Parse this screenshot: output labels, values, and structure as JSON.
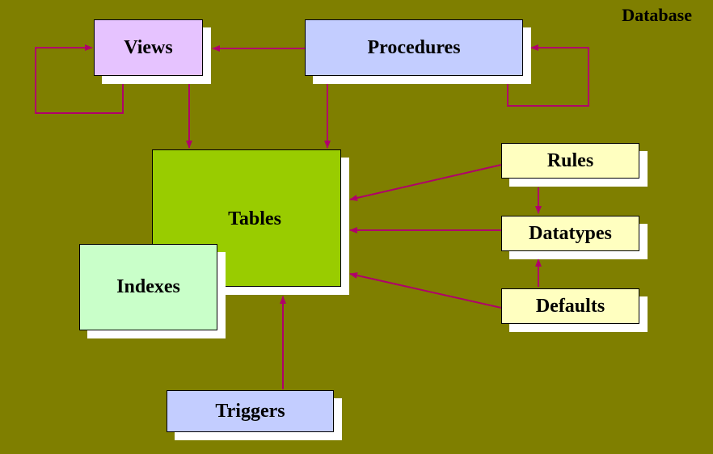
{
  "diagram": {
    "title": "Database",
    "nodes": {
      "views": "Views",
      "procedures": "Procedures",
      "tables": "Tables",
      "indexes": "Indexes",
      "rules": "Rules",
      "datatypes": "Datatypes",
      "defaults": "Defaults",
      "triggers": "Triggers"
    },
    "colors": {
      "background": "#7f7f00",
      "views": "#e6c3ff",
      "procedures": "#c3cdff",
      "tables": "#99cc00",
      "indexes": "#c9ffc9",
      "rules": "#ffffc0",
      "datatypes": "#ffffc0",
      "defaults": "#ffffc0",
      "triggers": "#c3cdff",
      "arrow": "#b0006a"
    },
    "edges": [
      {
        "from": "procedures",
        "to": "views"
      },
      {
        "from": "views",
        "to": "views"
      },
      {
        "from": "procedures",
        "to": "procedures"
      },
      {
        "from": "views",
        "to": "tables"
      },
      {
        "from": "procedures",
        "to": "tables"
      },
      {
        "from": "rules",
        "to": "tables"
      },
      {
        "from": "datatypes",
        "to": "tables"
      },
      {
        "from": "defaults",
        "to": "tables"
      },
      {
        "from": "rules",
        "to": "datatypes"
      },
      {
        "from": "defaults",
        "to": "datatypes"
      },
      {
        "from": "triggers",
        "to": "tables"
      }
    ]
  }
}
